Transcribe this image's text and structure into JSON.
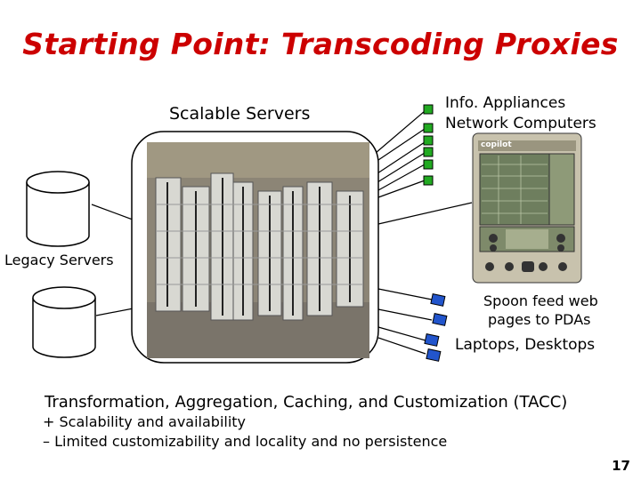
{
  "slide": {
    "title": "Starting Point: Transcoding Proxies",
    "labels": {
      "scalable_servers": "Scalable Servers",
      "info_appliances": "Info. Appliances",
      "network_computers": "Network Computers",
      "legacy_servers": "Legacy Servers",
      "spoon_feed_line1": "Spoon feed web",
      "spoon_feed_line2": "pages to PDAs",
      "laptops_desktops": "Laptops, Desktops"
    },
    "pda_brand": "copilot",
    "summary": "Transformation, Aggregation, Caching, and Customization (TACC)",
    "bullets": [
      {
        "mark": "+",
        "text": "Scalability and availability"
      },
      {
        "mark": "–",
        "text": "Limited customizability and locality and no persistence"
      }
    ],
    "page_number": "17"
  },
  "colors": {
    "title": "#cc0000",
    "appliance_box": "#22aa22",
    "laptop_box": "#2255cc"
  }
}
